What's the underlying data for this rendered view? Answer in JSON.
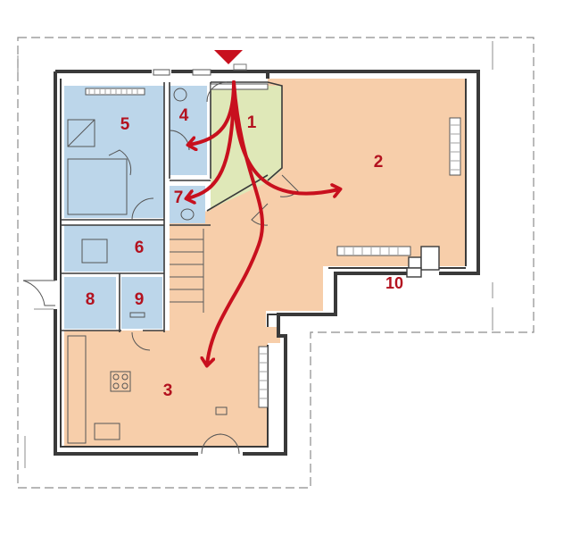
{
  "plan": {
    "colors": {
      "wall": "#3a3a3a",
      "wet_zone": "#bcd6ea",
      "hall": "#dfe8b8",
      "living_zone": "#f7ceaa",
      "circulation": "#c8101e",
      "label": "#b3121f",
      "site_outline": "#8c8c8c"
    },
    "entrance_icon": "entrance-triangle-icon",
    "rooms": [
      {
        "id": "hall",
        "number": "1",
        "zone": "hall"
      },
      {
        "id": "living",
        "number": "2",
        "zone": "living"
      },
      {
        "id": "kitchen-dining",
        "number": "3",
        "zone": "living"
      },
      {
        "id": "wc",
        "number": "4",
        "zone": "wet"
      },
      {
        "id": "bathroom",
        "number": "5",
        "zone": "wet"
      },
      {
        "id": "utility",
        "number": "6",
        "zone": "wet"
      },
      {
        "id": "toilet",
        "number": "7",
        "zone": "wet"
      },
      {
        "id": "storage",
        "number": "8",
        "zone": "wet"
      },
      {
        "id": "pantry",
        "number": "9",
        "zone": "wet"
      }
    ],
    "outside": [
      {
        "id": "terrace",
        "number": "10"
      }
    ]
  }
}
